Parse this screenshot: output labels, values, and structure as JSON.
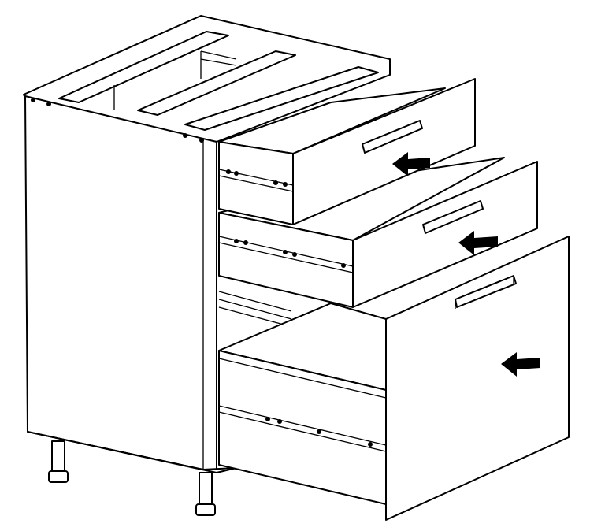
{
  "colors": {
    "stroke": "#000000",
    "fill": "#ffffff"
  },
  "icons": [
    "push-arrow-icon",
    "drawer-handle-icon"
  ],
  "drawers": [
    {
      "name": "top",
      "state": "open"
    },
    {
      "name": "middle",
      "state": "open"
    },
    {
      "name": "bottom",
      "state": "open"
    }
  ]
}
